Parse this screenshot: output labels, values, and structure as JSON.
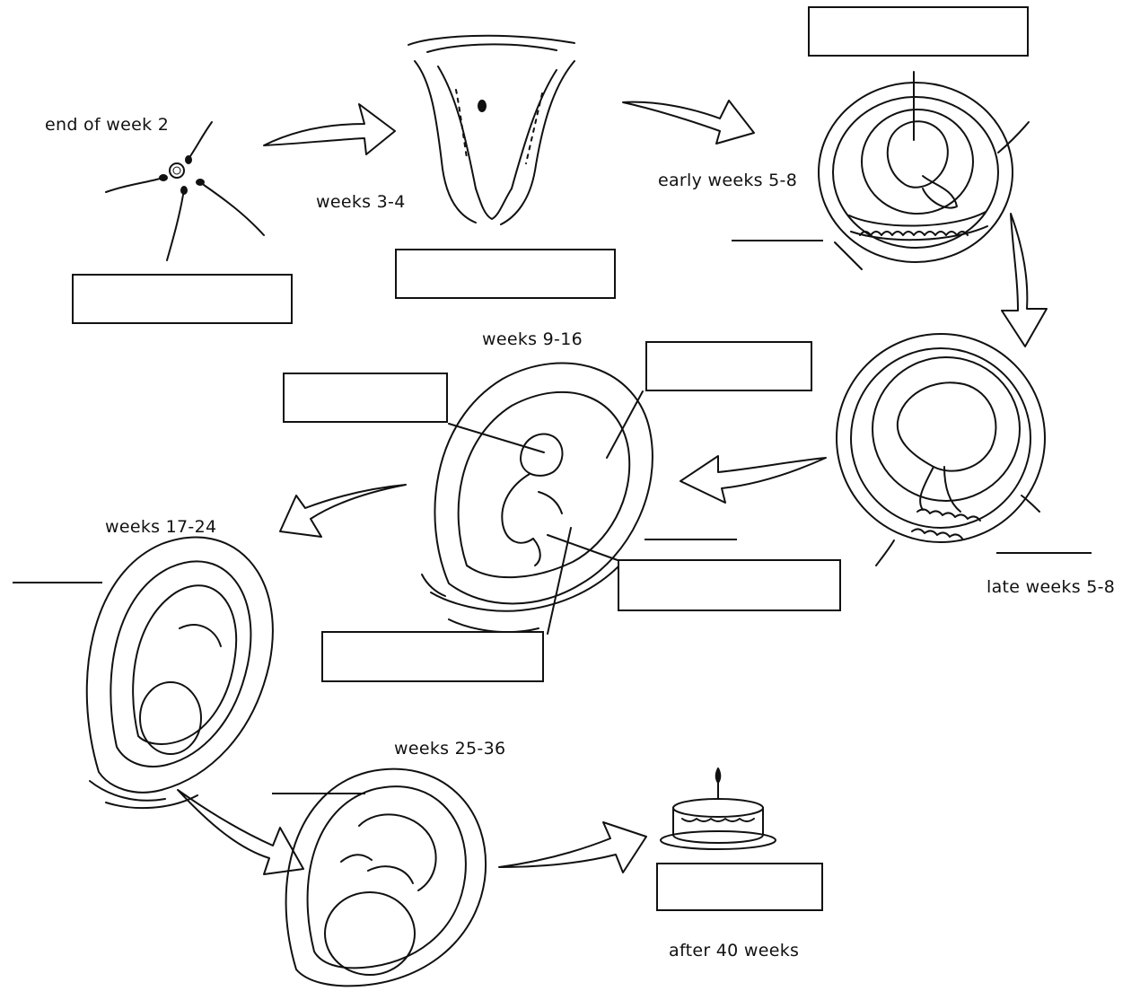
{
  "stages": {
    "end_week_2": "end of week 2",
    "weeks_3_4": "weeks 3-4",
    "early_weeks_5_8": "early weeks 5-8",
    "late_weeks_5_8": "late weeks 5-8",
    "weeks_9_16": "weeks 9-16",
    "weeks_17_24": "weeks 17-24",
    "weeks_25_36": "weeks 25-36",
    "after_40_weeks": "after 40 weeks"
  },
  "colors": {
    "ink": "#111111",
    "background": "#ffffff"
  },
  "icons": [
    "sperm-egg-icon",
    "uterus-icon",
    "embryo-icon",
    "fetus-icon",
    "birthday-cake-icon",
    "arrow-icon"
  ]
}
